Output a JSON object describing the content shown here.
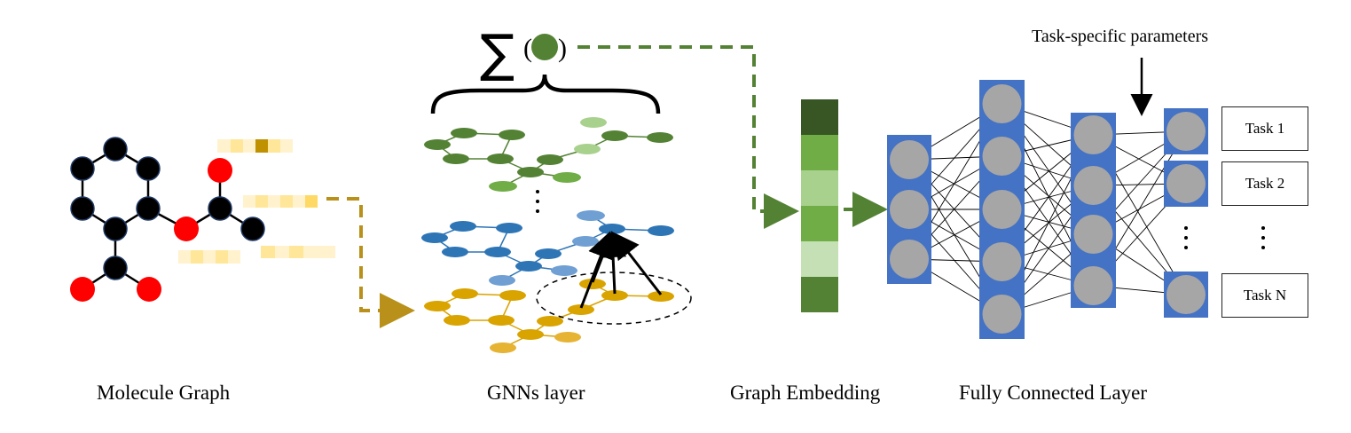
{
  "captions": {
    "molecule": "Molecule Graph",
    "gnn": "GNNs layer",
    "embedding": "Graph Embedding",
    "fc": "Fully Connected Layer"
  },
  "task_specific_label": "Task-specific parameters",
  "tasks": [
    "Task 1",
    "Task 2",
    "Task N"
  ],
  "colors": {
    "atom_black": "#000000",
    "atom_red": "#ff0000",
    "gnn_green": "#3f8a1e",
    "gnn_blue": "#2e75b6",
    "gnn_gold": "#d9a300",
    "layer_blue": "#4472c4",
    "neuron_gray": "#a6a6a6",
    "embedding_shades": [
      "#375623",
      "#70ad47",
      "#a9d18e",
      "#70ad47",
      "#c5e0b4",
      "#548235"
    ]
  }
}
